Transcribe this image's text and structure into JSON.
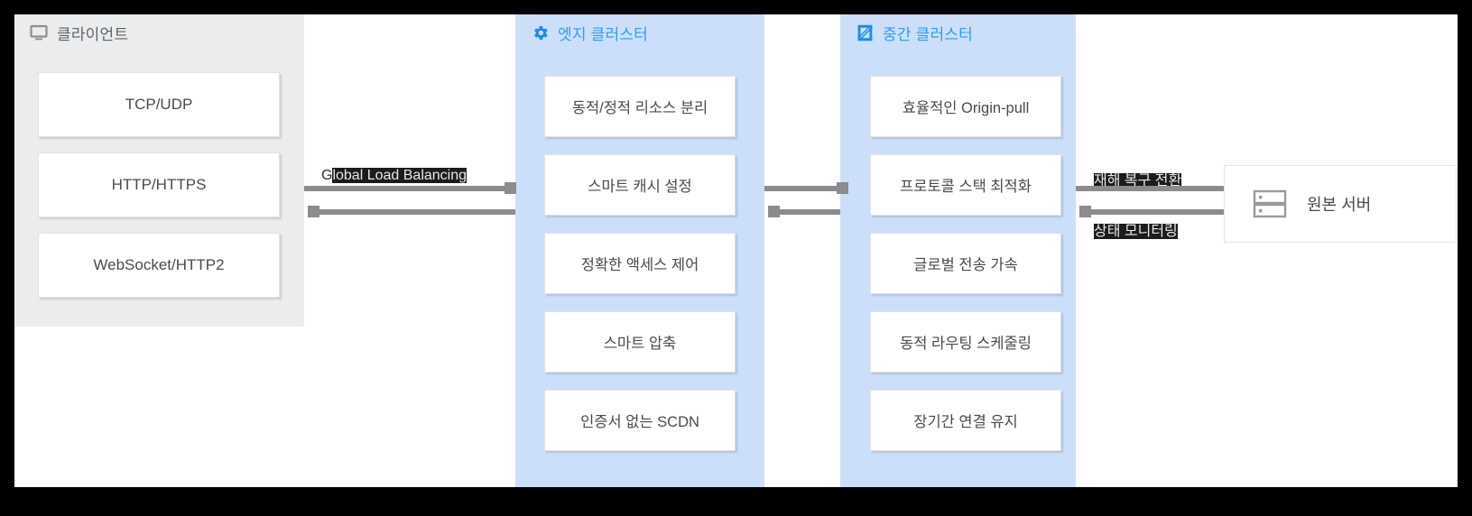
{
  "diagram": {
    "title": "CDN Architecture Flow",
    "accent_blue": "#2f9bf7",
    "panel_blue": "#cbdffb",
    "panel_gray": "#ebecee",
    "connector_gray": "#8c8c8c"
  },
  "client_panel": {
    "title": "클라이언트",
    "icon": "monitor-icon",
    "cards": [
      {
        "label": "TCP/UDP"
      },
      {
        "label": "HTTP/HTTPS"
      },
      {
        "label": "WebSocket/HTTP2"
      }
    ]
  },
  "edge_panel": {
    "title": "엣지 클러스터",
    "icon": "gear-icon",
    "cards": [
      {
        "label": "동적/정적 리소스 분리"
      },
      {
        "label": "스마트 캐시 설정"
      },
      {
        "label": "정확한 액세스 제어"
      },
      {
        "label": "스마트 압축"
      },
      {
        "label": "인증서 없는 SCDN"
      }
    ]
  },
  "mid_panel": {
    "title": "중간 클러스터",
    "icon": "node-arrow-icon",
    "cards": [
      {
        "label": "효율적인 Origin-pull"
      },
      {
        "label": "프로토콜 스택 최적화"
      },
      {
        "label": "글로벌 전송 가속"
      },
      {
        "label": "동적 라우팅 스케줄링"
      },
      {
        "label": "장기간 연결 유지"
      }
    ]
  },
  "origin": {
    "label": "원본 서버",
    "icon": "server-rack-icon"
  },
  "connections": {
    "client_to_edge": {
      "label_prefix": "G",
      "label_selected": "lobal Load Balancing",
      "full_label": "Global Load Balancing"
    },
    "mid_to_origin_top": {
      "label": "재해 복구 전환"
    },
    "mid_to_origin_bottom": {
      "label": "상태 모니터링"
    }
  }
}
